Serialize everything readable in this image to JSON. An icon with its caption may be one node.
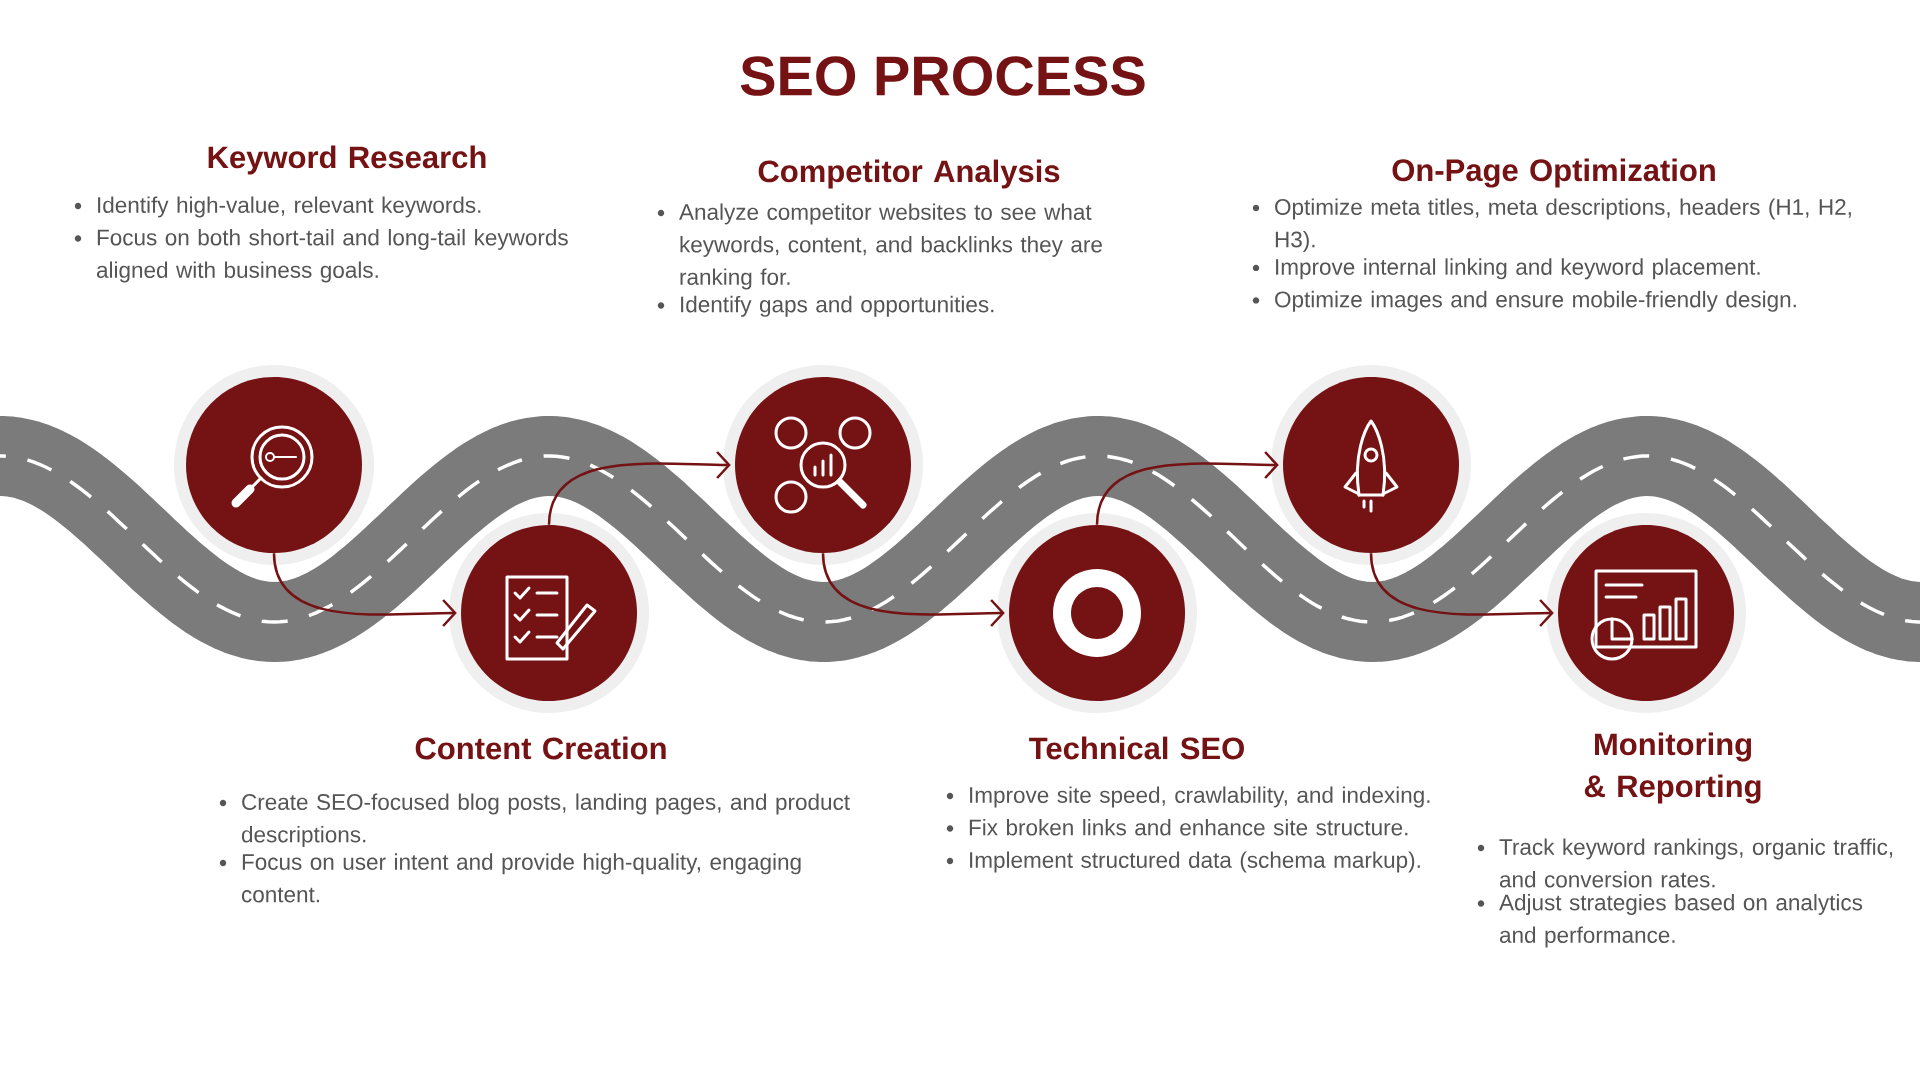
{
  "diagram": {
    "title": "SEO PROCESS",
    "nodes": [
      {
        "text": [],
        "shape": "circle",
        "beside": [
          "Keyword Research",
          "Identify high-value, relevant keywords.",
          "Focus on both short-tail and long-tail keywords aligned with business goals."
        ]
      },
      {
        "text": [],
        "shape": "circle",
        "beside": [
          "Content Creation",
          "Create SEO-focused blog posts, landing pages, and product descriptions.",
          "Focus on user intent and provide high-quality, engaging content."
        ]
      },
      {
        "text": [],
        "shape": "circle",
        "beside": [
          "Competitor Analysis",
          "Analyze competitor websites to see what keywords, content, and backlinks they are ranking for.",
          "Identify gaps and opportunities."
        ]
      },
      {
        "text": [],
        "shape": "circle",
        "beside": [
          "Technical SEO",
          "Improve site speed, crawlability, and indexing.",
          "Fix broken links and enhance site structure.",
          "Implement structured data (schema markup)."
        ]
      },
      {
        "text": [],
        "shape": "circle",
        "beside": [
          "On-Page Optimization",
          "Optimize meta titles, meta descriptions, headers (H1, H2, H3).",
          "Improve internal linking and keyword placement.",
          "Optimize images and ensure mobile-friendly design."
        ]
      },
      {
        "text": [],
        "shape": "circle",
        "beside": [
          "Monitoring & Reporting",
          "Track keyword rankings, organic traffic, and conversion rates.",
          "Adjust strategies based on analytics and performance."
        ]
      }
    ],
    "edges": [
      {
        "from": 0,
        "to": 1,
        "arrow": "to"
      },
      {
        "from": 1,
        "to": 2,
        "arrow": "to"
      },
      {
        "from": 2,
        "to": 3,
        "arrow": "to"
      },
      {
        "from": 3,
        "to": 4,
        "arrow": "to"
      },
      {
        "from": 4,
        "to": 5,
        "arrow": "to"
      }
    ]
  }
}
